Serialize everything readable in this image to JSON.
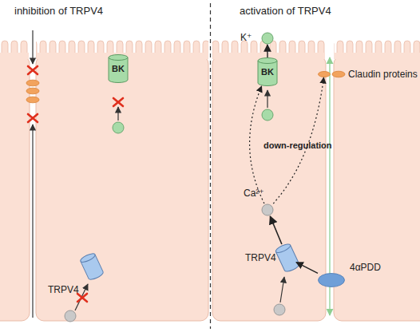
{
  "diagram": {
    "nodes": [
      {
        "text": [
          "BK"
        ]
      },
      {
        "text": [
          "TRPV4"
        ]
      },
      {
        "text": [
          "K⁺"
        ]
      },
      {
        "text": [
          "BK"
        ]
      },
      {
        "text": [
          "Claudin proteins"
        ]
      },
      {
        "text": [
          "Ca²⁺"
        ]
      },
      {
        "text": [
          "TRPV4"
        ]
      },
      {
        "text": [
          "4αPDD"
        ]
      }
    ],
    "edges": [
      {
        "from": 3,
        "to": 2,
        "arrow": "to"
      },
      {
        "from": 5,
        "to": 3,
        "arrow": "to"
      },
      {
        "from": 5,
        "to": 4,
        "arrow": "to"
      },
      {
        "from": 6,
        "to": 5,
        "arrow": "to"
      },
      {
        "from": 7,
        "to": 6,
        "arrow": "to"
      }
    ],
    "labels": [
      "inhibition of TRPV4",
      "activation of TRPV4",
      "down-regulation"
    ]
  }
}
